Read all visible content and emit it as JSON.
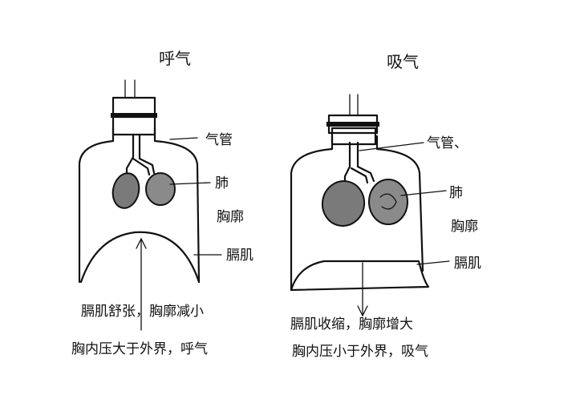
{
  "left_panel": {
    "title": "呼气",
    "labels": {
      "trachea": "气管",
      "lung": "肺",
      "chest_cavity": "胸廓",
      "diaphragm": "膈肌"
    },
    "caption_line1": "膈肌舒张，胸廓减小",
    "caption_line2": "胸内压大于外界，呼气"
  },
  "right_panel": {
    "title": "吸气",
    "labels": {
      "trachea": "气管、",
      "lung": "肺",
      "chest_cavity": "胸廓",
      "diaphragm": "膈肌"
    },
    "caption_line1": "膈肌收缩，胸廓增大",
    "caption_line2": "胸内压小于外界，吸气"
  }
}
